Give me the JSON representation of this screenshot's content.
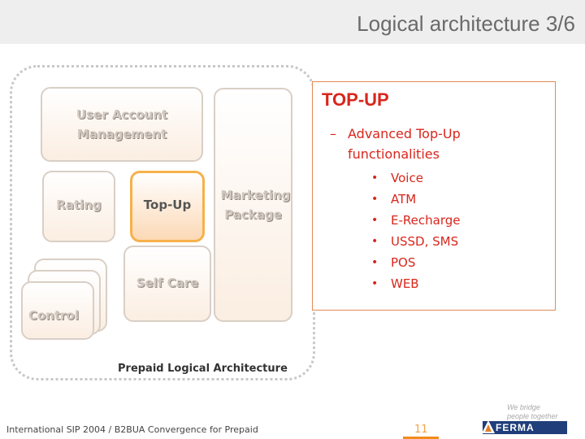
{
  "slide": {
    "title": "Logical architecture 3/6"
  },
  "diagram": {
    "modules": {
      "user_account_management": "User Account Management",
      "rating": "Rating",
      "top_up": "Top-Up",
      "marketing_package": "Marketing Package",
      "self_care": "Self Care",
      "control": "Control"
    },
    "caption": "Prepaid Logical Architecture",
    "highlight_color": "#f6b14a"
  },
  "topup_panel": {
    "heading": "TOP-UP",
    "subheading_dash": "–",
    "subheading": "Advanced Top-Up functionalities",
    "bullet_glyph": "•",
    "items": [
      "Voice",
      "ATM",
      "E-Recharge",
      "USSD, SMS",
      "POS",
      "WEB"
    ],
    "accent_color": "#d9261c",
    "border_color": "#e28a55"
  },
  "footer": {
    "text": "International SIP 2004 / B2BUA Convergence for Prepaid",
    "page_number": "11",
    "tagline_line1": "We bridge",
    "tagline_line2": "people together",
    "logo_text": "FERMA",
    "logo_icon": "ferma-logo-icon",
    "logo_color": "#1f3e7a"
  }
}
